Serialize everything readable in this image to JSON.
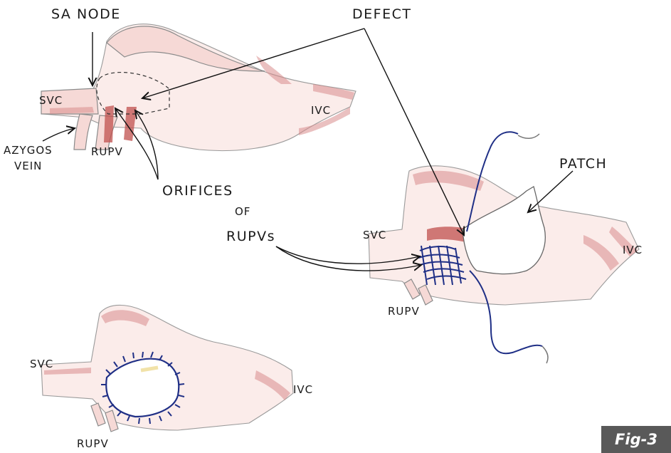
{
  "labels": {
    "sa_node": "SA NODE",
    "defect": "DEFECT",
    "svc_top": "SVC",
    "ivc_top": "IVC",
    "azygos_line1": "AZYGOS",
    "azygos_line2": "VEIN",
    "rupv_top": "RUPV",
    "orifices_line1": "ORIFICES",
    "orifices_line2": "OF",
    "orifices_line3": "RUPVs",
    "patch": "PATCH",
    "svc_right": "SVC",
    "ivc_right": "IVC",
    "rupv_right": "RUPV",
    "svc_bottom": "SVC",
    "ivc_bottom": "IVC",
    "rupv_bottom": "RUPV"
  },
  "figure_badge": "Fig-3",
  "colors": {
    "tissue": "#f6d9d6",
    "shade": "#c0504d",
    "suture": "#1f2f86",
    "badge_bg": "#595959"
  }
}
